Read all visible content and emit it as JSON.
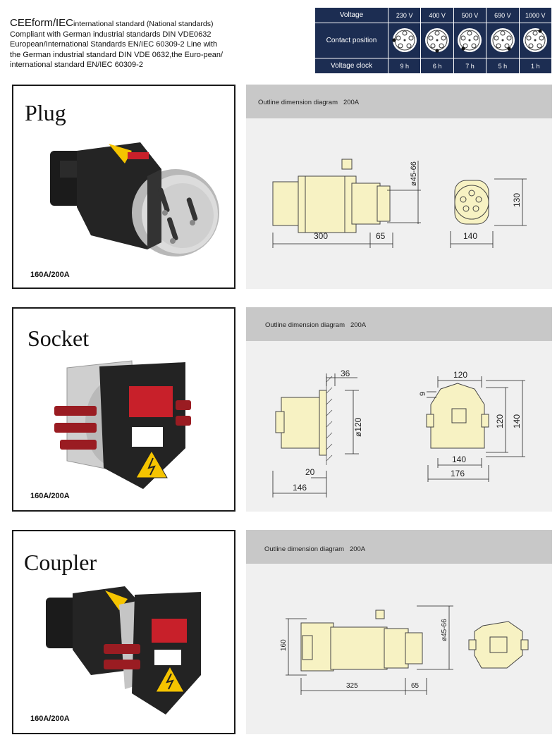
{
  "header": {
    "brand": "CEEform/IEC",
    "line1_rest": "international standard (National standards)",
    "lines": [
      "Compliant with German industrial standards DIN VDE0632",
      "European/International Standards EN/IEC 60309-2 Line with",
      "the German industrial standard DIN VDE 0632,the Euro-pean/",
      "international standard EN/IEC 60309-2"
    ]
  },
  "voltage_table": {
    "row_labels": [
      "Voltage",
      "Contact position",
      "Voltage clock"
    ],
    "voltages": [
      "230 V",
      "400 V",
      "500 V",
      "690 V",
      "1000 V"
    ],
    "clocks": [
      "9 h",
      "6 h",
      "7 h",
      "5 h",
      "1 h"
    ]
  },
  "products": [
    {
      "title": "Plug",
      "rating": "160A/200A",
      "diagram_title": "Outline dimension diagram",
      "diagram_rating": "200A",
      "dims": [
        "300",
        "65",
        "ø45-66",
        "140",
        "130"
      ]
    },
    {
      "title": "Socket",
      "rating": "160A/200A",
      "diagram_title": "Outline dimension diagram",
      "diagram_rating": "200A",
      "dims": [
        "36",
        "ø120",
        "20",
        "146",
        "9",
        "120",
        "120",
        "140",
        "140",
        "176"
      ]
    },
    {
      "title": "Coupler",
      "rating": "160A/200A",
      "diagram_title": "Outline dimension diagram",
      "diagram_rating": "200A",
      "dims": [
        "160",
        "ø45-66",
        "325",
        "65"
      ]
    }
  ],
  "colors": {
    "table_bg": "#1c2d52",
    "diagram_fill": "#f7f2c3",
    "diagram_header": "#c8c8c8",
    "diagram_bg": "#f0f0f0",
    "warning_yellow": "#f5c400",
    "label_red": "#c8202a"
  }
}
